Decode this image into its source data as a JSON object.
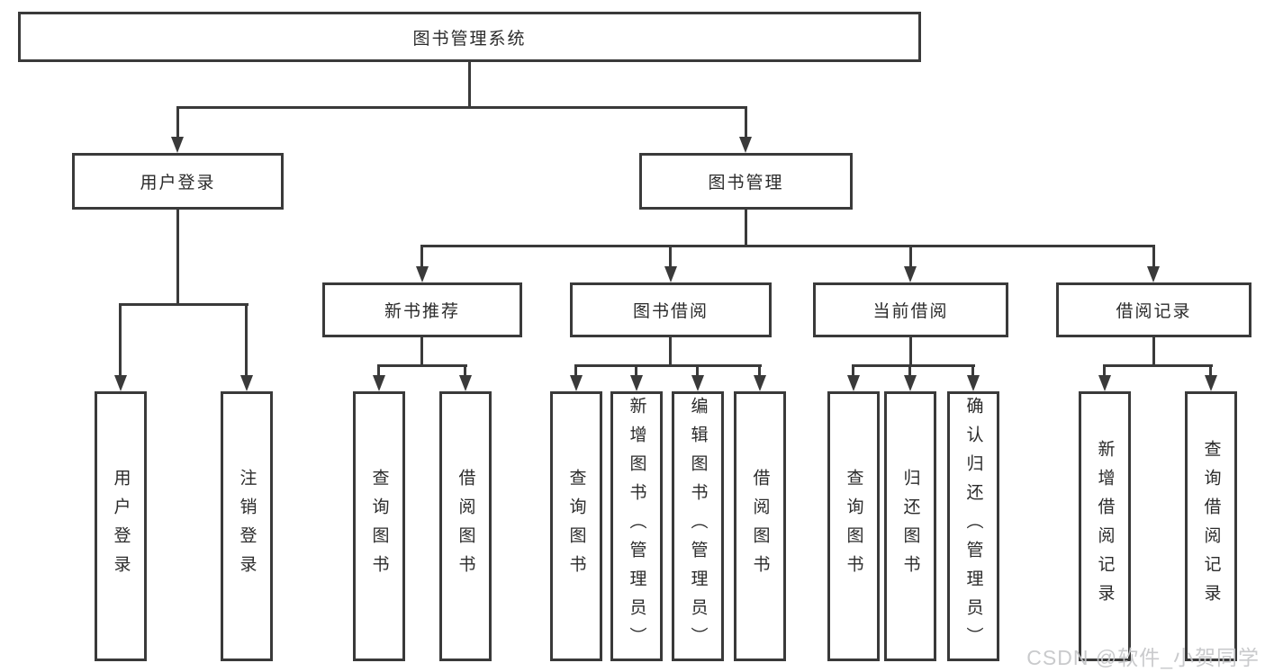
{
  "colors": {
    "border": "#3a3a3a",
    "text": "#2b2b2b",
    "watermark": "rgba(196,197,200,0.92)",
    "background": "#ffffff"
  },
  "nodes": {
    "root": "图书管理系统",
    "user_login_branch": "用户登录",
    "book_mgmt_branch": "图书管理",
    "new_book_rec": "新书推荐",
    "book_borrow": "图书借阅",
    "current_borrow": "当前借阅",
    "borrow_records": "借阅记录",
    "leaf_user_login": "用户登录",
    "leaf_logout": "注销登录",
    "leaf_query_book_1": "查询图书",
    "leaf_borrow_book_1": "借阅图书",
    "leaf_query_book_2": "查询图书",
    "leaf_add_book": "新增图书（管理员）",
    "leaf_edit_book": "编辑图书（管理员）",
    "leaf_borrow_book_2": "借阅图书",
    "leaf_query_book_3": "查询图书",
    "leaf_return_book": "归还图书",
    "leaf_confirm_return": "确认归还（管理员）",
    "leaf_add_record": "新增借阅记录",
    "leaf_query_record": "查询借阅记录"
  },
  "watermark": "CSDN @软件_小贺同学"
}
